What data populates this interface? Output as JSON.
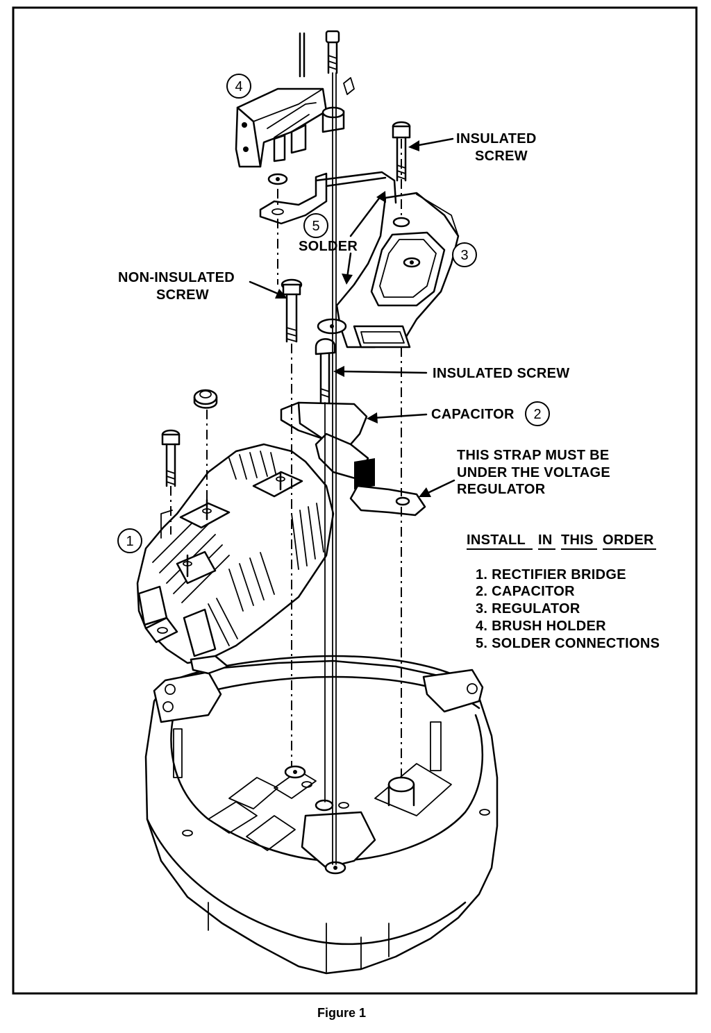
{
  "labels": {
    "insulated_screw_top": [
      "INSULATED",
      "SCREW"
    ],
    "solder": "SOLDER",
    "non_insulated_screw": [
      "NON-INSULATED",
      "SCREW"
    ],
    "insulated_screw_mid": "INSULATED SCREW",
    "capacitor": "CAPACITOR",
    "strap_note": [
      "THIS STRAP MUST BE",
      "UNDER THE VOLTAGE",
      "REGULATOR"
    ]
  },
  "callouts": [
    "1",
    "2",
    "3",
    "4",
    "5"
  ],
  "install": {
    "heading_words": [
      "INSTALL",
      "IN",
      "THIS",
      "ORDER"
    ],
    "steps": [
      "1. RECTIFIER BRIDGE",
      "2. CAPACITOR",
      "3. REGULATOR",
      "4. BRUSH HOLDER",
      "5. SOLDER CONNECTIONS"
    ]
  },
  "caption": "Figure 1"
}
